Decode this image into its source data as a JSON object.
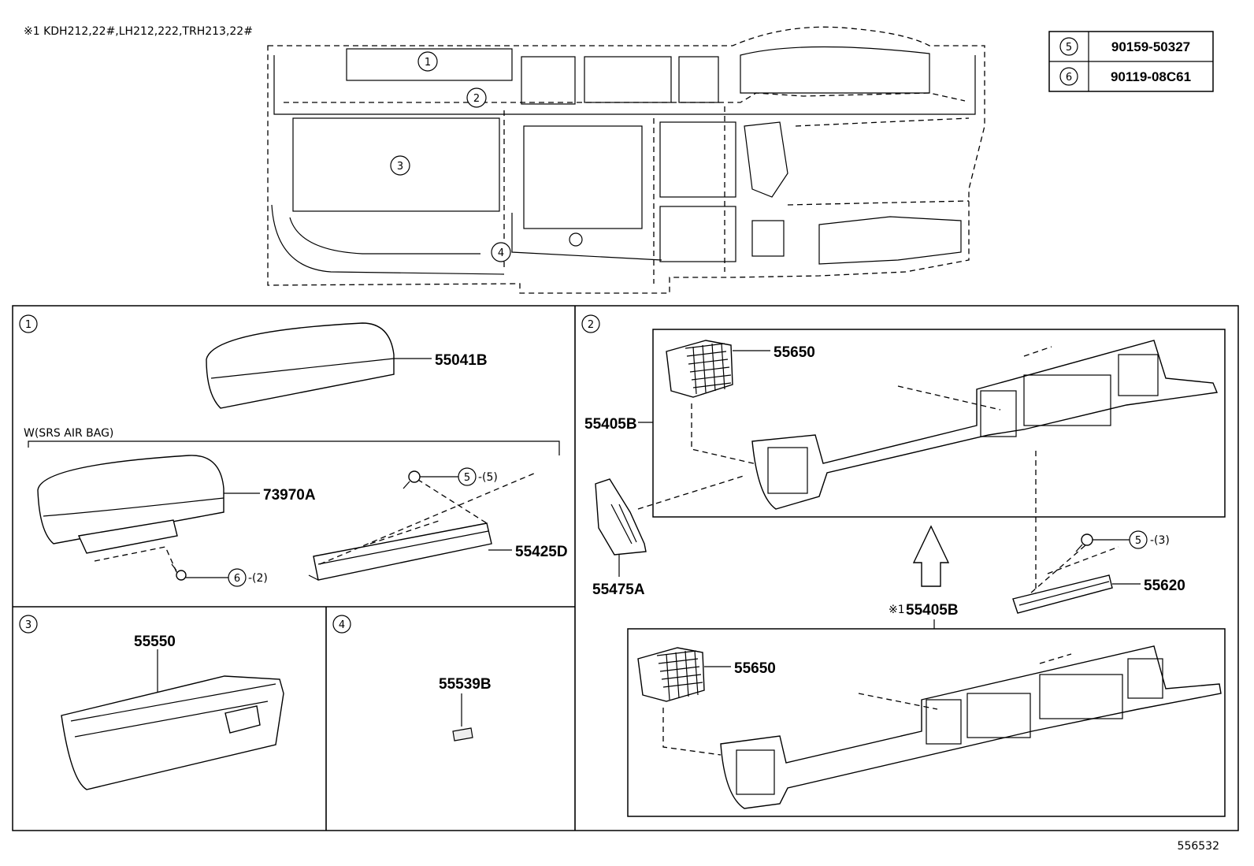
{
  "header_note": "※1 KDH212,22#,LH212,222,TRH213,22#",
  "fastener_table": [
    {
      "ref": "5",
      "part": "90159-50327"
    },
    {
      "ref": "6",
      "part": "90119-08C61"
    }
  ],
  "overview_callouts": [
    "1",
    "2",
    "3",
    "4"
  ],
  "section1": {
    "number": "1",
    "part_top": "55041B",
    "variant_label": "W(SRS AIR BAG)",
    "part_airbag": "73970A",
    "part_bracket": "55425D",
    "screw5_ref": "5",
    "screw5_qty": "-(5)",
    "screw6_ref": "6",
    "screw6_qty": "-(2)"
  },
  "section2": {
    "number": "2",
    "part_vent_top": "55650",
    "part_panel_top": "55405B",
    "part_side_cover": "55475A",
    "screw5_ref": "5",
    "screw5_qty": "-(3)",
    "part_bracket": "55620",
    "variant_note": "※1",
    "part_panel_bottom": "55405B",
    "part_vent_bottom": "55650"
  },
  "section3": {
    "number": "3",
    "part": "55550"
  },
  "section4": {
    "number": "4",
    "part": "55539B"
  },
  "diagram_id": "556532"
}
